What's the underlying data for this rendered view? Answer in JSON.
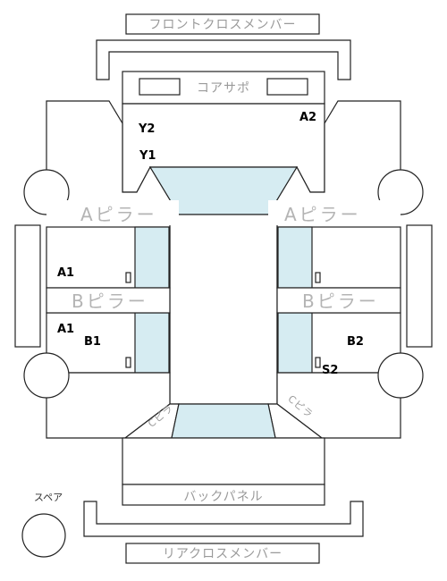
{
  "labels": {
    "front_cross_member": "フロントクロスメンバー",
    "core_support": "コアサポ",
    "a_pillar_left": "Aピラー",
    "a_pillar_right": "Aピラー",
    "b_pillar_left": "Bピラー",
    "b_pillar_right": "Bピラー",
    "back_panel": "バックパネル",
    "rear_cross_member": "リアクロスメンバー",
    "spare": "スペア",
    "c_left": "Cピラ",
    "c_right": "Cピラ"
  },
  "marks": {
    "y2": "Y2",
    "a2": "A2",
    "y1": "Y1",
    "a1_upper": "A1",
    "a1_lower": "A1",
    "b1": "B1",
    "b2": "B2",
    "s2": "S2"
  },
  "colors": {
    "glass": "#d6ecf2",
    "line": "#222222",
    "label": "#9a9a9a"
  }
}
